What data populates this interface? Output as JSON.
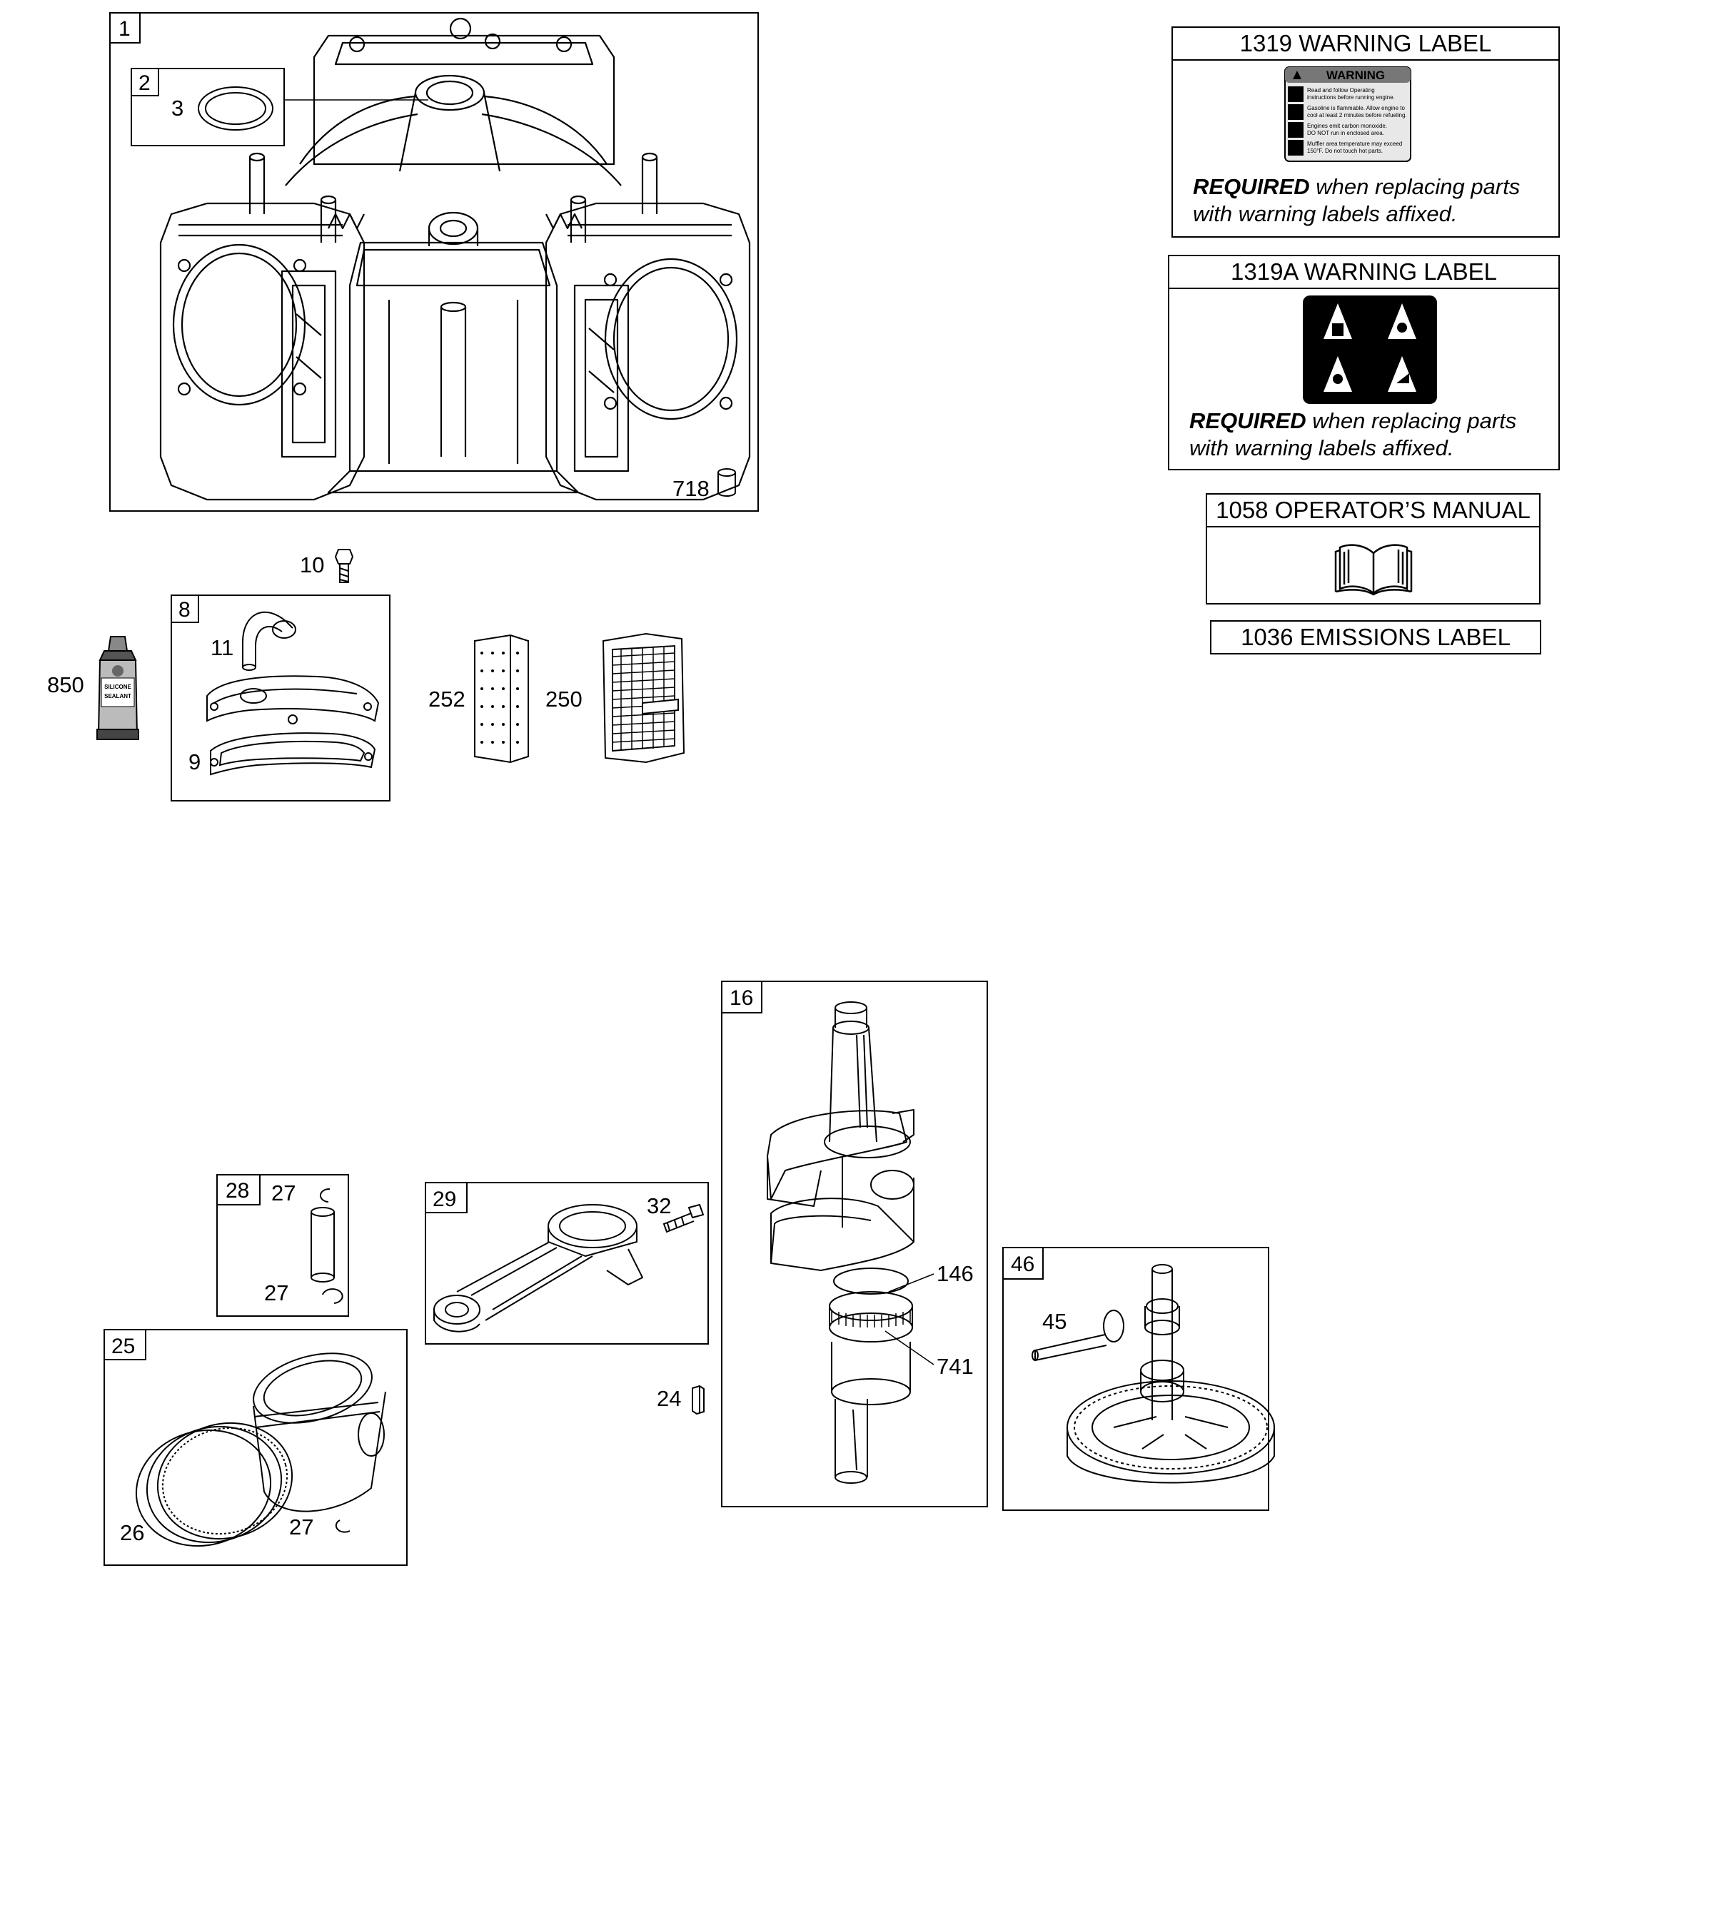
{
  "callouts": {
    "c1": "1",
    "c2": "2",
    "c3": "3",
    "c718": "718",
    "c10": "10",
    "c8": "8",
    "c11": "11",
    "c850": "850",
    "c9": "9",
    "c252": "252",
    "c250": "250",
    "c16": "16",
    "c146": "146",
    "c741": "741",
    "c24": "24",
    "c28": "28",
    "c27a": "27",
    "c27b": "27",
    "c29": "29",
    "c32": "32",
    "c25": "25",
    "c26": "26",
    "c27c": "27",
    "c46": "46",
    "c45": "45"
  },
  "sealant_tube_text": "SILICONE SEALANT",
  "warning_1319": {
    "title": "1319 WARNING LABEL",
    "sticker_heading": "WARNING",
    "sticker_lines": [
      "Read and follow Operating",
      "instructions before running engine.",
      "Gasoline is flammable. Allow engine to",
      "cool at least 2 minutes before refueling.",
      "Engines emit carbon monoxide.",
      "DO NOT run in enclosed area.",
      "Muffler area temperature may exceed",
      "150°F. Do not touch hot parts."
    ],
    "required": "REQUIRED",
    "required_rest": " when replacing parts",
    "required_line2": "with warning labels affixed."
  },
  "warning_1319a": {
    "title": "1319A WARNING LABEL",
    "required": "REQUIRED",
    "required_rest": " when replacing parts",
    "required_line2": "with warning labels affixed."
  },
  "manual_1058": {
    "title": "1058 OPERATOR’S MANUAL"
  },
  "emissions_1036": {
    "title": "1036 EMISSIONS LABEL"
  }
}
